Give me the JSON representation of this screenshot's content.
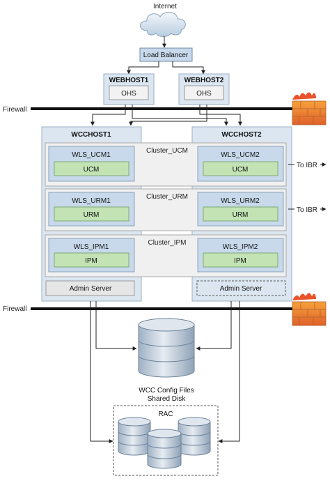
{
  "internet": "Internet",
  "load_balancer": "Load Balancer",
  "webhosts": [
    {
      "name": "WEBHOST1",
      "service": "OHS"
    },
    {
      "name": "WEBHOST2",
      "service": "OHS"
    }
  ],
  "firewall_top": "Firewall",
  "firewall_bottom": "Firewall",
  "wcchosts": [
    "WCCHOST1",
    "WCCHOST2"
  ],
  "clusters": [
    {
      "label": "Cluster_UCM",
      "left_server": "WLS_UCM1",
      "right_server": "WLS_UCM2",
      "app": "UCM",
      "external": "To IBR"
    },
    {
      "label": "Cluster_URM",
      "left_server": "WLS_URM1",
      "right_server": "WLS_URM2",
      "app": "URM",
      "external": "To IBR"
    },
    {
      "label": "Cluster_IPM",
      "left_server": "WLS_IPM1",
      "right_server": "WLS_IPM2",
      "app": "IPM",
      "external": ""
    }
  ],
  "admin_server_left": "Admin Server",
  "admin_server_right": "Admin Server",
  "shared_disk_line1": "WCC Config Files",
  "shared_disk_line2": "Shared Disk",
  "rac": "RAC",
  "colors": {
    "host_bg": "#dbe6f1",
    "server_bg": "#c7d9ea",
    "app_green": "#c3e3b5",
    "cluster_bg": "#f0f0f0",
    "firewall": "#111111",
    "db_fill": "#c8d3df"
  }
}
